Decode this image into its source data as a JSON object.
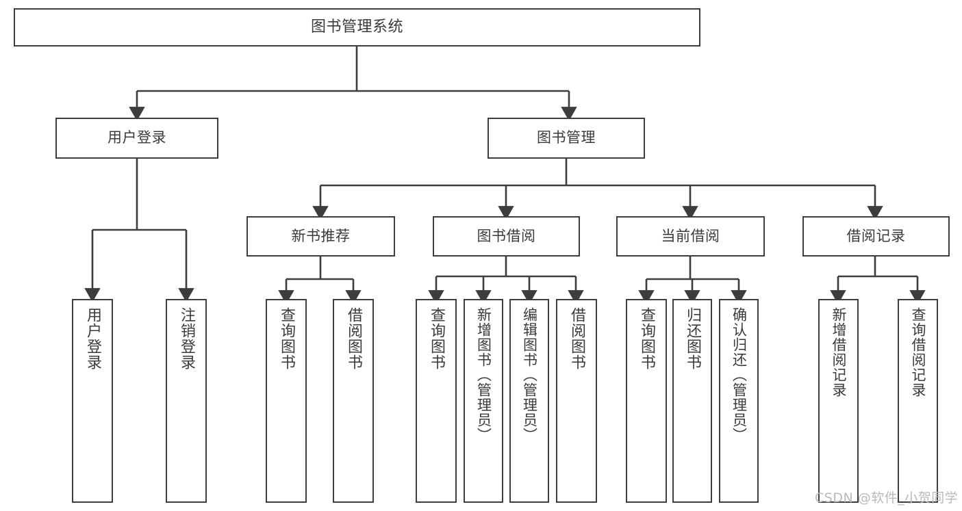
{
  "diagram": {
    "title": "图书管理系统",
    "type": "tree-hierarchy",
    "orientation": "top-down",
    "colors": {
      "box_border": "#3d3d3d",
      "box_fill": "#ffffff",
      "edge": "#3d3d3d",
      "text": "#3a3a3a",
      "watermark": "#b9b9b9",
      "background": "#ffffff"
    },
    "root": {
      "label": "图书管理系统"
    },
    "level2": [
      {
        "id": "user-login",
        "label": "用户登录"
      },
      {
        "id": "book-manage",
        "label": "图书管理"
      }
    ],
    "level3": [
      {
        "id": "new-book-recommend",
        "label": "新书推荐"
      },
      {
        "id": "book-borrow",
        "label": "图书借阅"
      },
      {
        "id": "current-borrow",
        "label": "当前借阅"
      },
      {
        "id": "borrow-record",
        "label": "借阅记录"
      }
    ],
    "leaves": {
      "user_login": [
        {
          "id": "leaf-user-login",
          "label": "用户登录"
        },
        {
          "id": "leaf-logout",
          "label": "注销登录"
        }
      ],
      "new_book_recommend": [
        {
          "id": "leaf-query-book-1",
          "label": "查询图书"
        },
        {
          "id": "leaf-borrow-book-1",
          "label": "借阅图书"
        }
      ],
      "book_borrow": [
        {
          "id": "leaf-query-book-2",
          "label": "查询图书"
        },
        {
          "id": "leaf-add-book",
          "label": "新增图书（管理员）"
        },
        {
          "id": "leaf-edit-book",
          "label": "编辑图书（管理员）"
        },
        {
          "id": "leaf-borrow-book-2",
          "label": "借阅图书"
        }
      ],
      "current_borrow": [
        {
          "id": "leaf-query-book-3",
          "label": "查询图书"
        },
        {
          "id": "leaf-return-book",
          "label": "归还图书"
        },
        {
          "id": "leaf-confirm-return",
          "label": "确认归还（管理员）"
        }
      ],
      "borrow_record": [
        {
          "id": "leaf-add-record",
          "label": "新增借阅记录"
        },
        {
          "id": "leaf-query-record",
          "label": "查询借阅记录"
        }
      ]
    }
  },
  "watermark": {
    "text": "CSDN @软件_小贺同学"
  }
}
